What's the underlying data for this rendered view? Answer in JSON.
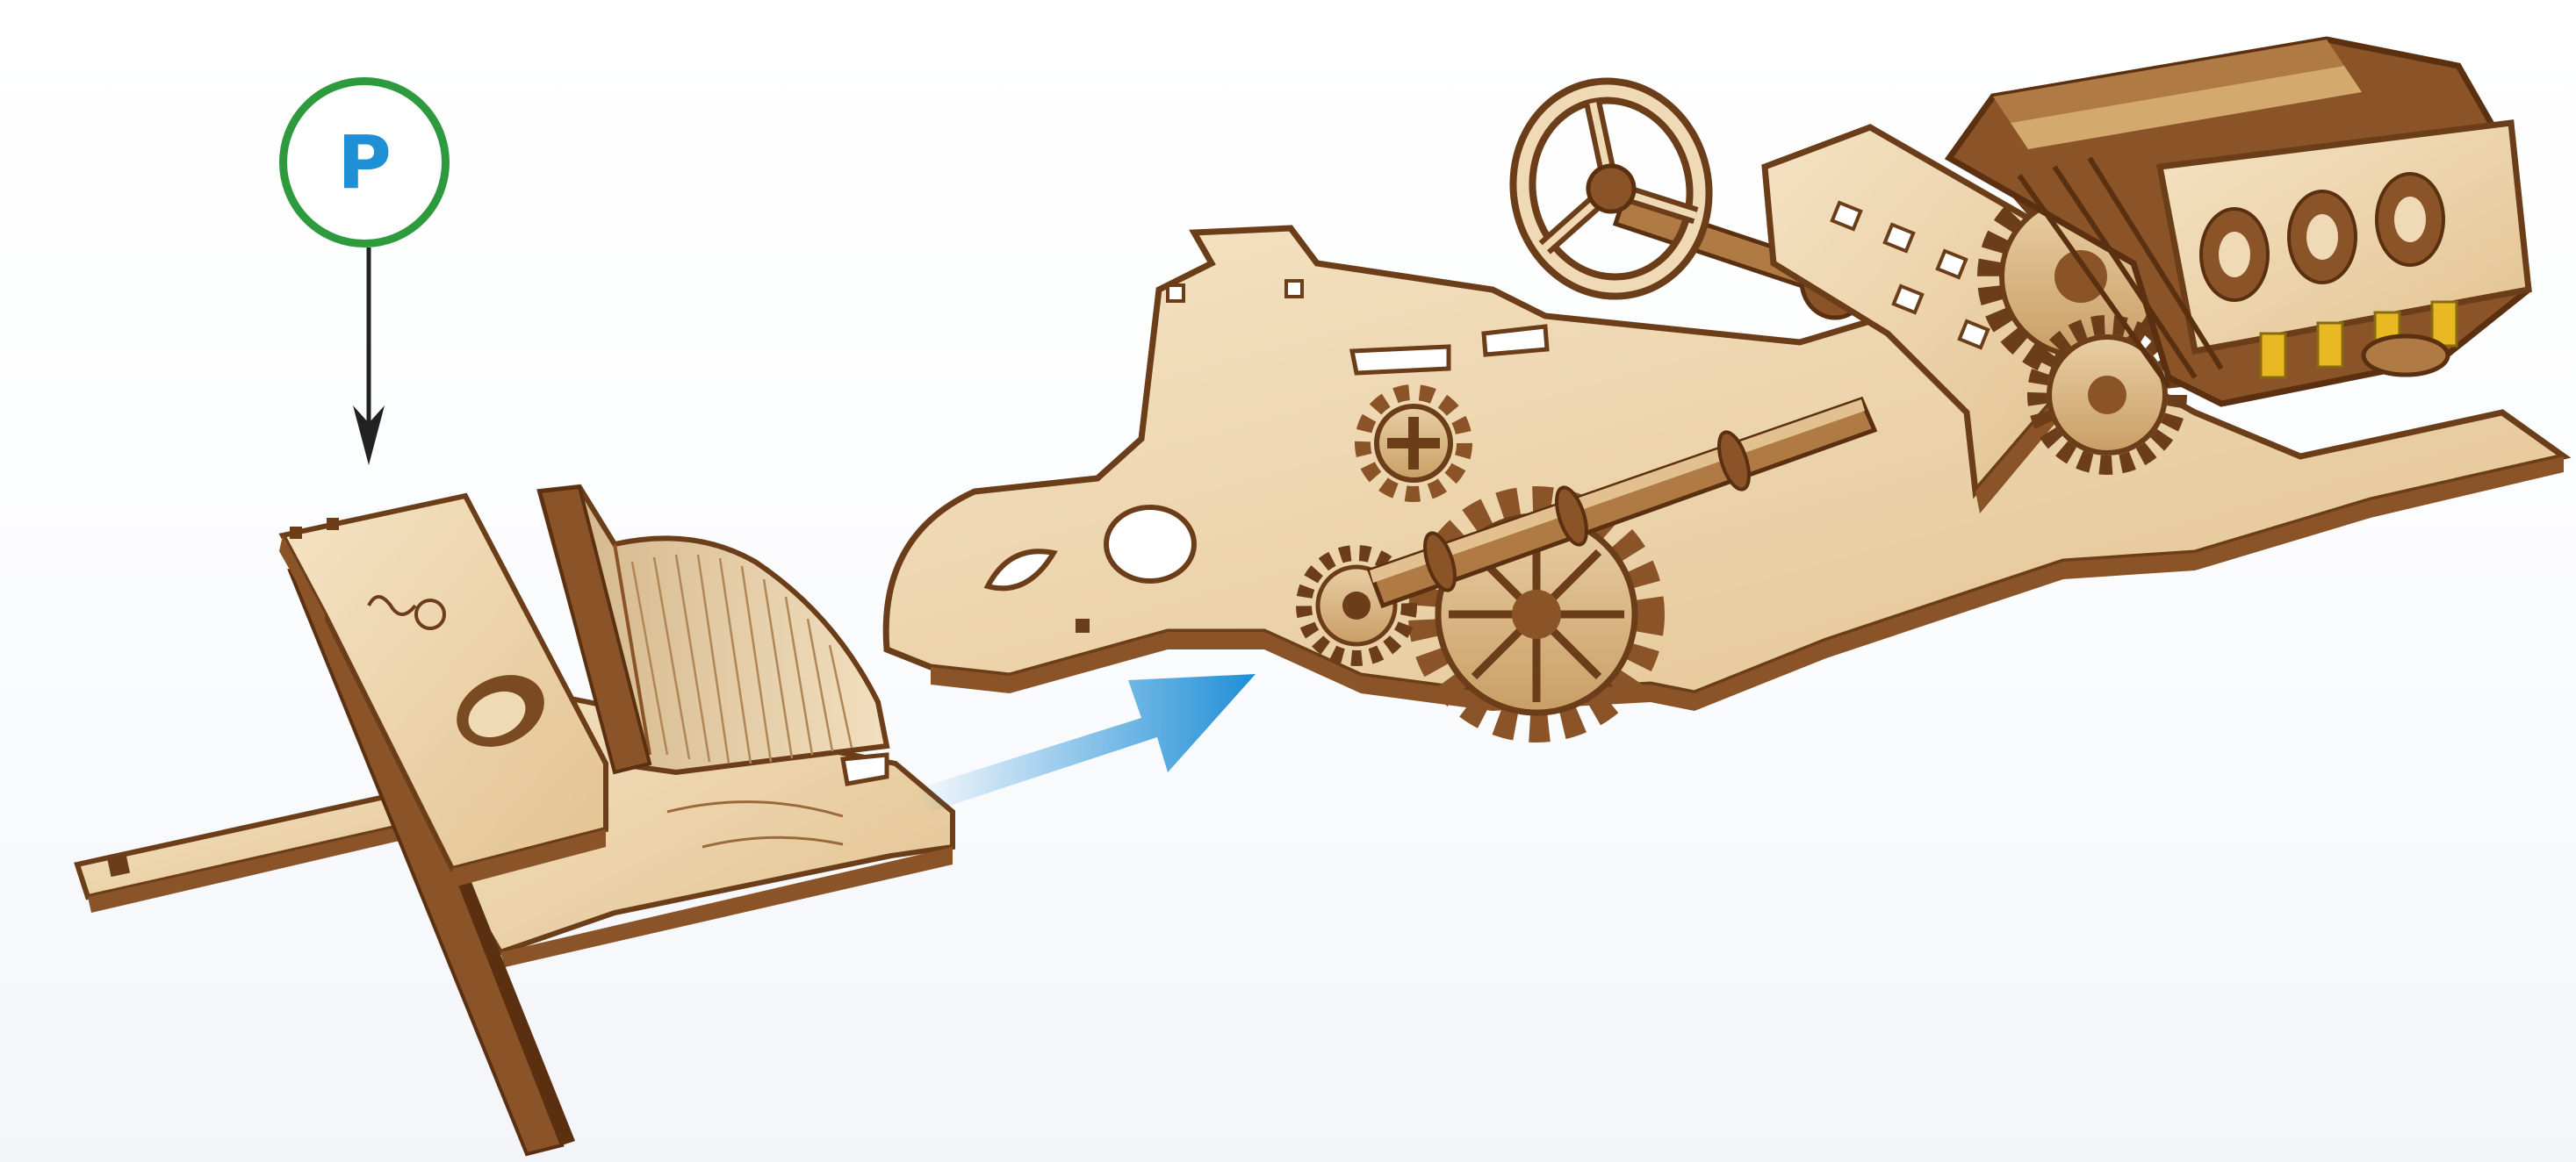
{
  "figure": {
    "step_marker": {
      "letter": "P",
      "ring_color": "#2e9a3e",
      "letter_color": "#1f8fd6"
    },
    "parts": [
      {
        "name": "driver-seat-assembly",
        "icon": "seat-assembly"
      },
      {
        "name": "chassis-with-engine-steering-gears",
        "icon": "chassis-assembly"
      }
    ],
    "direction_arrow": {
      "icon": "blue-assembly-arrow",
      "color": "#1f8fd6"
    },
    "colors": {
      "wood_light": "#f1dcb8",
      "wood_mid": "#e6c796",
      "wood_edge": "#8a5428",
      "wood_dark": "#6b3d18",
      "engine_yellow": "#e8b923"
    }
  }
}
